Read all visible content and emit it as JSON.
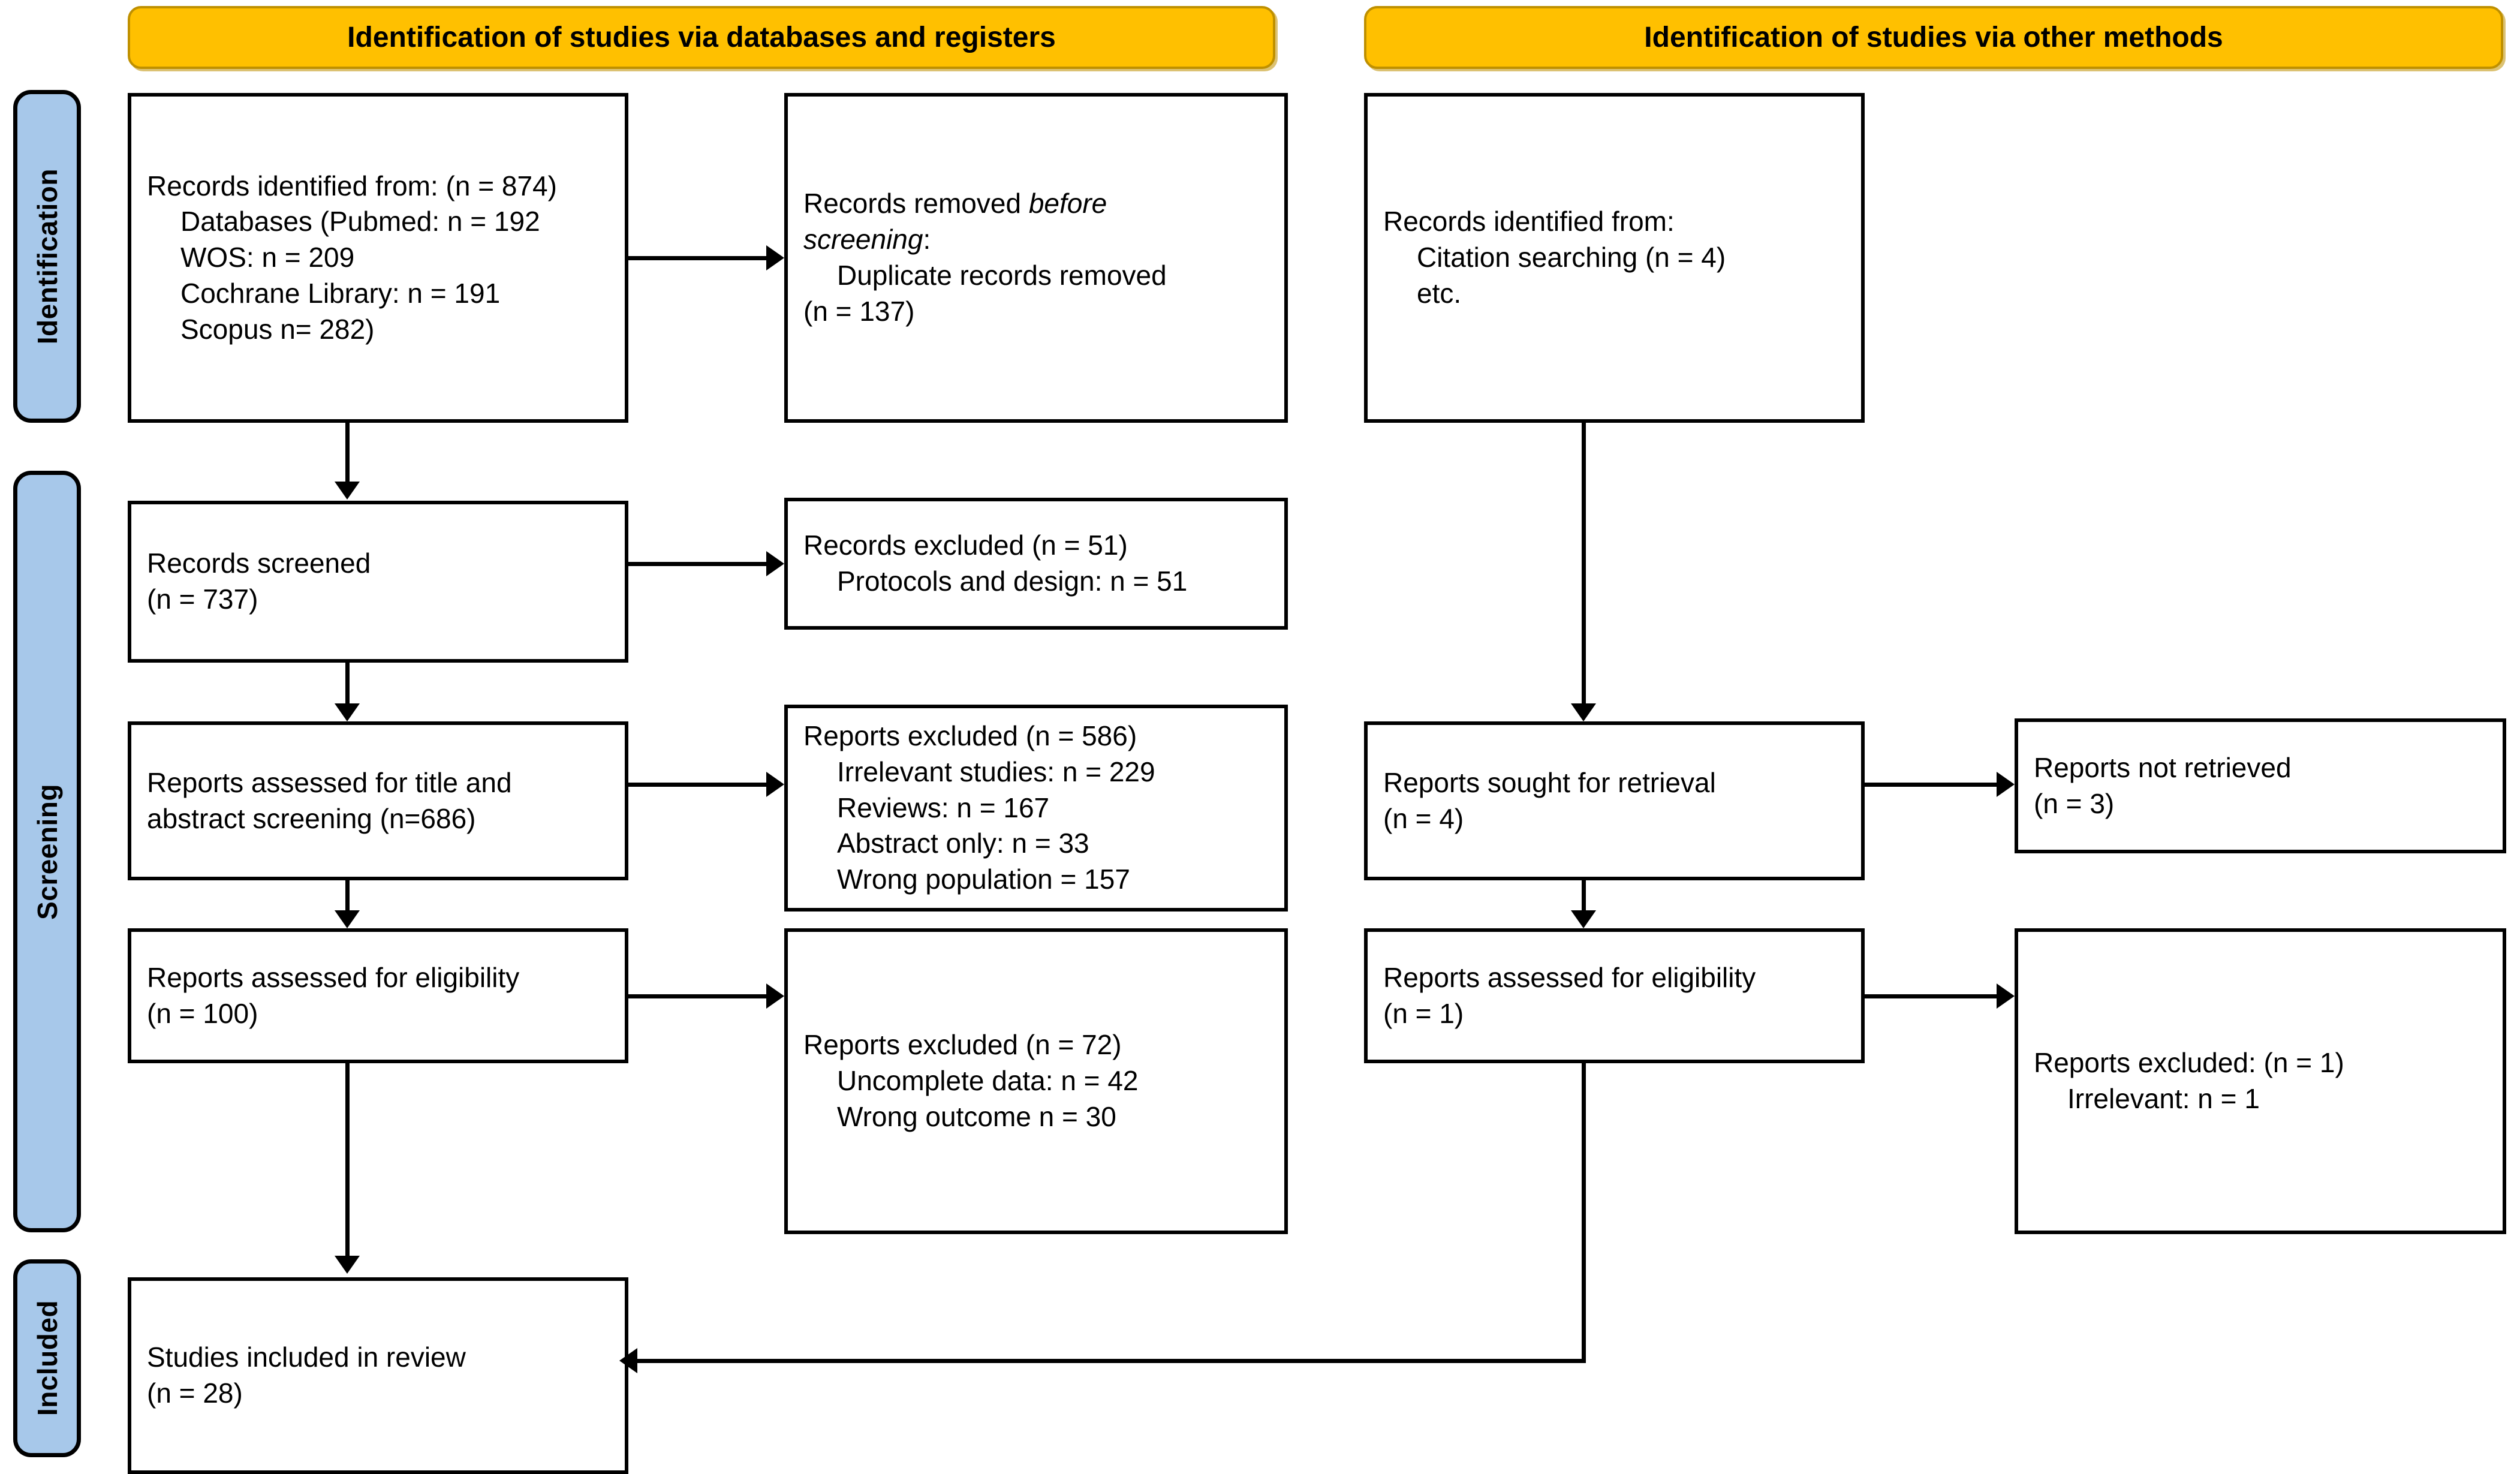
{
  "diagram": {
    "title": "PRISMA 2020 flow diagram",
    "colors": {
      "phase_tab_fill": "#a7c8ea",
      "banner_fill": "#ffc000",
      "banner_border": "#bf9000",
      "box_border": "#000000",
      "text": "#000000",
      "background": "#ffffff"
    }
  },
  "banners": {
    "databases": "Identification of studies via databases and registers",
    "other": "Identification of studies via other methods"
  },
  "phases": {
    "identification": "Identification",
    "screening": "Screening",
    "included": "Included"
  },
  "boxes": {
    "records_identified": {
      "lines": [
        {
          "text": "Records identified from: (n = 874)",
          "indent": false
        },
        {
          "text": "Databases (Pubmed: n = 192",
          "indent": true
        },
        {
          "text": "WOS: n = 209",
          "indent": true
        },
        {
          "text": "Cochrane Library: n = 191",
          "indent": true
        },
        {
          "text": "Scopus n= 282)",
          "indent": true
        }
      ]
    },
    "records_removed": {
      "lines": [
        {
          "text": "Records removed ",
          "italic_tail": "before",
          "indent": false
        },
        {
          "text": "",
          "italic_head": "screening",
          "tail": ":",
          "indent": false
        },
        {
          "text": "Duplicate records removed",
          "indent": true
        },
        {
          "text": "(n = 137)",
          "indent": true
        }
      ]
    },
    "records_identified_other": {
      "lines": [
        {
          "text": "Records identified from:",
          "indent": false
        },
        {
          "text": "Citation searching (n = 4)",
          "indent": true
        },
        {
          "text": "etc.",
          "indent": true
        }
      ]
    },
    "records_screened": {
      "lines": [
        {
          "text": "Records screened",
          "indent": false
        },
        {
          "text": "(n = 737)",
          "indent": false
        }
      ]
    },
    "records_excluded": {
      "lines": [
        {
          "text": "Records excluded (n = 51)",
          "indent": false
        },
        {
          "text": "Protocols and design: n = 51",
          "indent": true
        }
      ]
    },
    "reports_title_abstract": {
      "lines": [
        {
          "text": "Reports assessed for title and",
          "indent": false
        },
        {
          "text": "abstract screening (n=686)",
          "indent": false
        }
      ]
    },
    "reports_excluded_586": {
      "lines": [
        {
          "text": "Reports excluded (n = 586)",
          "indent": false
        },
        {
          "text": "Irrelevant studies: n = 229",
          "indent": true
        },
        {
          "text": "Reviews: n = 167",
          "indent": true
        },
        {
          "text": "Abstract only: n = 33",
          "indent": true
        },
        {
          "text": "Wrong population = 157",
          "indent": true
        }
      ]
    },
    "reports_eligibility_left": {
      "lines": [
        {
          "text": "Reports assessed for eligibility",
          "indent": false
        },
        {
          "text": "(n = 100)",
          "indent": false
        }
      ]
    },
    "reports_excluded_72": {
      "lines": [
        {
          "text": "Reports excluded (n = 72)",
          "indent": false
        },
        {
          "text": "Uncomplete data: n = 42",
          "indent": true
        },
        {
          "text": "Wrong outcome n = 30",
          "indent": true
        }
      ]
    },
    "reports_sought": {
      "lines": [
        {
          "text": "Reports sought for retrieval",
          "indent": false
        },
        {
          "text": "(n = 4)",
          "indent": false
        }
      ]
    },
    "reports_not_retrieved": {
      "lines": [
        {
          "text": "Reports not retrieved",
          "indent": false
        },
        {
          "text": "(n = 3)",
          "indent": false
        }
      ]
    },
    "reports_eligibility_right": {
      "lines": [
        {
          "text": "Reports assessed for eligibility",
          "indent": false
        },
        {
          "text": "(n = 1)",
          "indent": false
        }
      ]
    },
    "reports_excluded_right": {
      "lines": [
        {
          "text": "Reports excluded: (n = 1)",
          "indent": false
        },
        {
          "text": "Irrelevant: n = 1",
          "indent": true
        }
      ]
    },
    "studies_included": {
      "lines": [
        {
          "text": "Studies included in review",
          "indent": false
        },
        {
          "text": "(n = 28)",
          "indent": false
        }
      ]
    }
  },
  "counts": {
    "total_identified": 874,
    "pubmed": 192,
    "wos": 209,
    "cochrane": 191,
    "scopus": 282,
    "duplicates_removed": 137,
    "records_screened": 737,
    "records_excluded": 51,
    "protocols_and_design": 51,
    "title_abstract_screened": 686,
    "reports_excluded_title_abstract": 586,
    "irrelevant_studies": 229,
    "reviews": 167,
    "abstract_only": 33,
    "wrong_population": 157,
    "eligibility_assessed": 100,
    "reports_excluded_eligibility": 72,
    "uncomplete_data": 42,
    "wrong_outcome": 30,
    "citation_searching": 4,
    "reports_sought": 4,
    "reports_not_retrieved": 3,
    "eligibility_assessed_other": 1,
    "reports_excluded_other": 1,
    "irrelevant_other": 1,
    "studies_included": 28
  }
}
